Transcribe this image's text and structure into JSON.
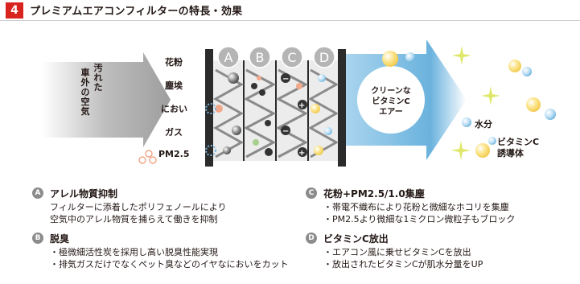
{
  "header": {
    "number": "4",
    "title": "プレミアムエアコンフィルターの特長・効果"
  },
  "diagram": {
    "left_arrow_lines": [
      "汚",
      "れ",
      "た",
      "車",
      "外",
      "の",
      "空",
      "気"
    ],
    "left_col1": [
      "車",
      "外",
      "の",
      "空",
      "気"
    ],
    "left_col2": [
      "汚",
      "れ",
      "た"
    ],
    "pollutants": [
      "花粉",
      "塵埃",
      "におい",
      "ガス",
      "PM2.5"
    ],
    "filters": [
      "A",
      "B",
      "C",
      "D"
    ],
    "clean_air_lines": [
      "クリーンな",
      "ビタミンC",
      "エアー"
    ],
    "output_labels": {
      "water": "水分",
      "vitc_line1": "ビタミンC",
      "vitc_line2": "誘導体"
    }
  },
  "features": [
    {
      "badge": "A",
      "title": "アレル物質抑制",
      "lines": [
        "フィルターに添着したポリフェノールにより",
        "空気中のアレル物質を捕らえて働きを抑制"
      ]
    },
    {
      "badge": "B",
      "title": "脱臭",
      "lines": [
        "・極微細活性炭を採用し高い脱臭性能実現",
        "・排気ガスだけでなくペット臭などのイヤなにおいをカット"
      ]
    },
    {
      "badge": "C",
      "title": "花粉+PM2.5/1.0集塵",
      "lines": [
        "・帯電不織布により花粉と微細なホコリを集塵",
        "・PM2.5より微細な1ミクロン微粒子もブロック"
      ]
    },
    {
      "badge": "D",
      "title": "ビタミンC放出",
      "lines": [
        "・エアコン風に乗せビタミンCを放出",
        "・放出されたビタミンCが肌水分量をUP"
      ]
    }
  ],
  "colors": {
    "accent_red": "#d9231f",
    "arrow_blue": "#6ab2dd",
    "badge_gray": "#8c8c8c",
    "frame_dark": "#2b2b2b"
  }
}
